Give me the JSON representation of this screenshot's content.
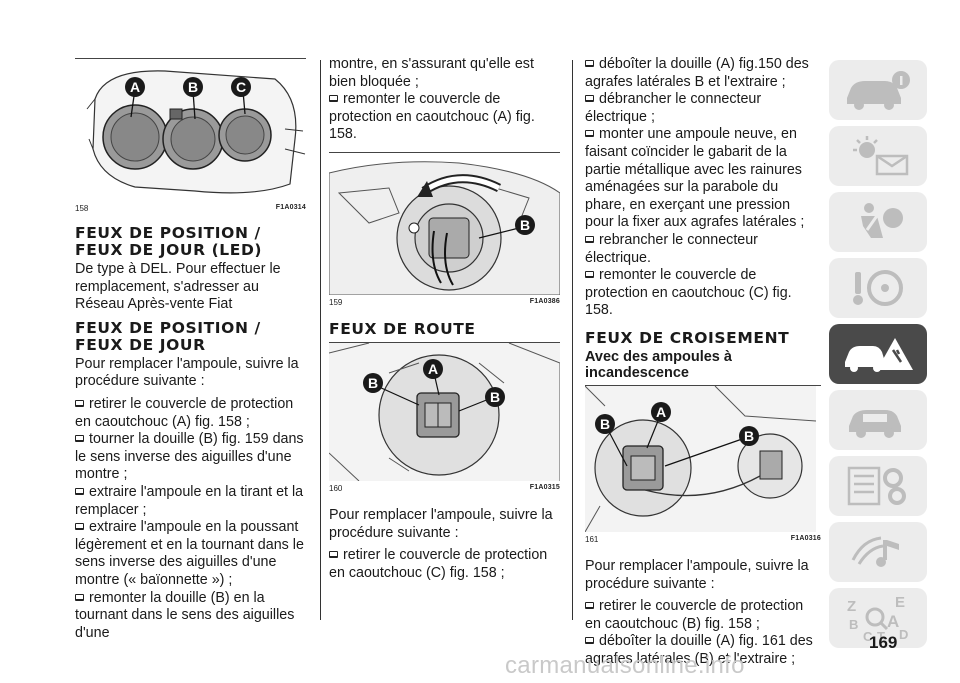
{
  "col1": {
    "fig158": {
      "number": "158",
      "code": "F1A0314",
      "labels": [
        "A",
        "B",
        "C"
      ]
    },
    "title1": [
      "FEUX DE POSITION /",
      "FEUX DE JOUR (LED)"
    ],
    "para1": "De type à DEL. Pour effectuer le remplacement, s'adresser au Réseau Après-vente Fiat",
    "title2": [
      "FEUX DE POSITION /",
      "FEUX DE JOUR"
    ],
    "para2": "Pour remplacer l'ampoule, suivre la procédure suivante :",
    "steps": [
      "retirer le couvercle de protection en caoutchouc (A) fig. 158 ;",
      "tourner la douille (B) fig. 159 dans le sens inverse des aiguilles d'une montre ;",
      "extraire l'ampoule en la tirant et la remplacer ;",
      "extraire l'ampoule en la poussant légèrement et en la tournant dans le sens inverse des aiguilles d'une montre (« baïonnette ») ;",
      "remonter la douille (B) en la tournant dans le sens des aiguilles d'une"
    ]
  },
  "col2": {
    "continued": "montre, en s'assurant qu'elle est bien bloquée ;",
    "steps_a": [
      "remonter le couvercle de protection en caoutchouc (A) fig. 158."
    ],
    "fig159": {
      "number": "159",
      "code": "F1A0386",
      "labels": [
        "B"
      ]
    },
    "title": "FEUX DE ROUTE",
    "fig160": {
      "number": "160",
      "code": "F1A0315",
      "labels": [
        "B",
        "A",
        "B"
      ]
    },
    "para": "Pour remplacer l'ampoule, suivre la procédure suivante :",
    "steps_b": [
      "retirer le couvercle de protection en caoutchouc (C) fig. 158 ;"
    ]
  },
  "col3": {
    "steps_a": [
      "déboîter la douille (A) fig.150 des agrafes latérales B et l'extraire ;",
      "débrancher le connecteur électrique ;",
      "monter une ampoule neuve, en faisant coïncider le gabarit de la partie métallique avec les rainures aménagées sur la parabole du phare, en exerçant une pression pour la fixer aux agrafes latérales ;",
      "rebrancher le connecteur électrique.",
      "remonter le couvercle de protection en caoutchouc (C) fig. 158."
    ],
    "title": "FEUX DE CROISEMENT",
    "subtitle": "Avec des ampoules à incandescence",
    "fig161": {
      "number": "161",
      "code": "F1A0316",
      "labels": [
        "B",
        "A",
        "B"
      ]
    },
    "para": "Pour remplacer l'ampoule, suivre la procédure suivante :",
    "steps_b": [
      "retirer le couvercle de protection en caoutchouc (B) fig. 158 ;",
      "déboîter la douille (A) fig. 161 des agrafes latérales (B) et l'extraire ;"
    ]
  },
  "sidebar": {
    "tabs": [
      {
        "icon": "car-info-icon",
        "active": false
      },
      {
        "icon": "dashboard-lights-icon",
        "active": false
      },
      {
        "icon": "airbag-seatbelt-icon",
        "active": false
      },
      {
        "icon": "steering-wheel-key-icon",
        "active": false
      },
      {
        "icon": "car-warning-triangle-icon",
        "active": true
      },
      {
        "icon": "car-service-icon",
        "active": false
      },
      {
        "icon": "specs-gears-icon",
        "active": false
      },
      {
        "icon": "multimedia-icon",
        "active": false
      },
      {
        "icon": "index-letters-icon",
        "active": false
      }
    ],
    "index_letters": [
      "Z",
      "E",
      "B",
      "A",
      "C",
      "T",
      "D"
    ]
  },
  "page_number": "169",
  "watermark": "carmanualsonline.info",
  "colors": {
    "text": "#1a1a1a",
    "label_badge": "#1a1a1a",
    "tab": "#ececec",
    "tab_active": "#4a4a4a"
  }
}
